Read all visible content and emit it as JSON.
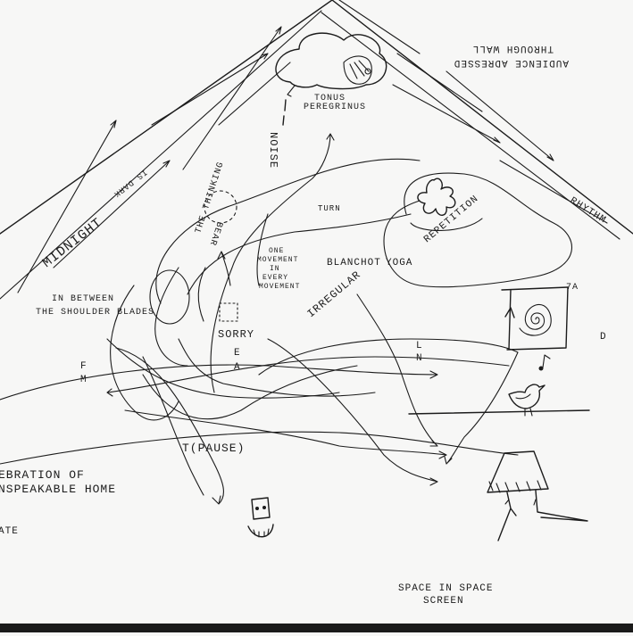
{
  "labels": {
    "audience_line1": "AUDIENCE ADRESSED",
    "audience_line2": "THROUGH WALL",
    "tonus_line1": "TONUS",
    "tonus_line2": "PEREGRINUS",
    "noise": "NOISE",
    "midnight": "MIDNIGHT",
    "midnight_small": "IS DARK",
    "thinking_line1": "THE THINKING",
    "thinking_line2": "BEAR",
    "one_movement": [
      "ONE",
      "MOVEMENT",
      "IN",
      "EVERY",
      "MOVEMENT"
    ],
    "turn": "TURN",
    "repetition": "REPETITION",
    "rhythm": "RHYTHM",
    "blanchot": "BLANCHOT",
    "yoga": "YOGA",
    "irregular": "IRREGULAR",
    "shoulder_line1": "IN BETWEEN",
    "shoulder_line2": "THE SHOULDER BLADES",
    "sorry": "SORRY",
    "letter_e": "E",
    "letter_a": "A",
    "letter_l": "L",
    "letter_n": "N",
    "letter_d": "D",
    "letter_f": "F",
    "letter_m": "M",
    "tv_mark": "7A",
    "pause": "T(PAUSE)",
    "celebration_line1": "EBRATION OF",
    "celebration_line2": "NSPEAKABLE HOME",
    "ate": "ATE",
    "space_line1": "SPACE IN SPACE",
    "space_line2": "SCREEN"
  },
  "icons": [
    "brain-cloud-icon",
    "splat-icon",
    "spiral-screen-icon",
    "music-note-icon",
    "bird-icon",
    "figure-icon",
    "smiling-face-icon",
    "small-square-icon",
    "dashed-circle-icon"
  ]
}
